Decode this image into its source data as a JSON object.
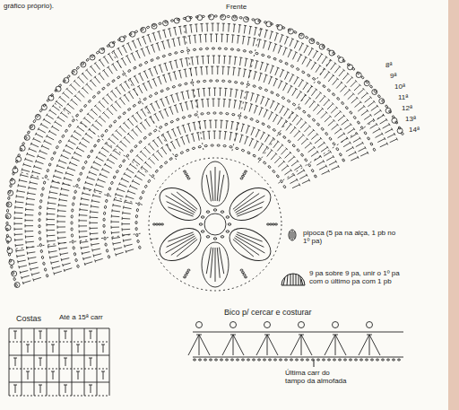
{
  "diagram": {
    "labels": [
      "gráfico próprio).",
      "Frente",
      "8ª",
      "9ª",
      "10ª",
      "11ª",
      "12ª",
      "13ª",
      "14ª",
      "Costas",
      "Até a 15ª carr",
      "Bico p/ cercar e costurar",
      "Última carr do tampo da almofada"
    ],
    "legend": [
      {
        "text": "pipoca (5 pa na alça, 1 pb no 1º pa)"
      },
      {
        "text": "9 pa sobre 9 pa, unir o 1º pa com o último pa com 1 pb"
      }
    ]
  }
}
